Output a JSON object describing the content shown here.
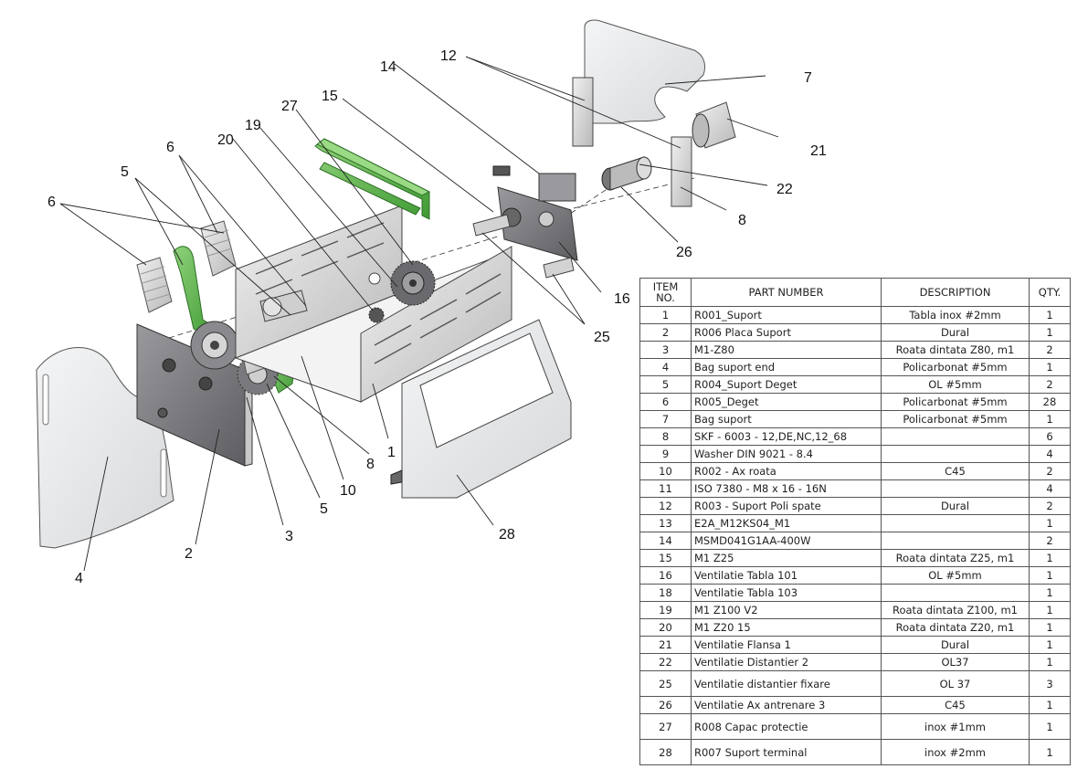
{
  "bom": {
    "headers": {
      "item_a": "ITEM",
      "item_b": "NO.",
      "part": "PART NUMBER",
      "desc": "DESCRIPTION",
      "qty": "QTY."
    },
    "rows": [
      {
        "item": "1",
        "part": "R001_Suport",
        "desc": "Tabla inox  #2mm",
        "qty": "1"
      },
      {
        "item": "2",
        "part": "R006 Placa Suport",
        "desc": "Dural",
        "qty": "1"
      },
      {
        "item": "3",
        "part": "M1-Z80",
        "desc": "Roata dintata Z80, m1",
        "qty": "2"
      },
      {
        "item": "4",
        "part": "Bag suport end",
        "desc": "Policarbonat #5mm",
        "qty": "1"
      },
      {
        "item": "5",
        "part": "R004_Suport Deget",
        "desc": "OL #5mm",
        "qty": "2"
      },
      {
        "item": "6",
        "part": "R005_Deget",
        "desc": "Policarbonat #5mm",
        "qty": "28"
      },
      {
        "item": "7",
        "part": "Bag suport",
        "desc": "Policarbonat #5mm",
        "qty": "1"
      },
      {
        "item": "8",
        "part": "SKF - 6003 - 12,DE,NC,12_68",
        "desc": "",
        "qty": "6"
      },
      {
        "item": "9",
        "part": "Washer DIN 9021 - 8.4",
        "desc": "",
        "qty": "4"
      },
      {
        "item": "10",
        "part": "R002 - Ax roata",
        "desc": "C45",
        "qty": "2"
      },
      {
        "item": "11",
        "part": "ISO 7380 - M8 x 16 - 16N",
        "desc": "",
        "qty": "4"
      },
      {
        "item": "12",
        "part": "R003 - Suport Poli spate",
        "desc": "Dural",
        "qty": "2"
      },
      {
        "item": "13",
        "part": "E2A_M12KS04_M1",
        "desc": "",
        "qty": "1"
      },
      {
        "item": "14",
        "part": "MSMD041G1AA-400W",
        "desc": "",
        "qty": "2"
      },
      {
        "item": "15",
        "part": "M1 Z25",
        "desc": "Roata dintata Z25, m1",
        "qty": "1"
      },
      {
        "item": "16",
        "part": "Ventilatie Tabla 101",
        "desc": "OL #5mm",
        "qty": "1"
      },
      {
        "item": "18",
        "part": "Ventilatie Tabla 103",
        "desc": "",
        "qty": "1"
      },
      {
        "item": "19",
        "part": "M1 Z100 V2",
        "desc": "Roata dintata Z100, m1",
        "qty": "1"
      },
      {
        "item": "20",
        "part": "M1 Z20 15",
        "desc": "Roata dintata Z20, m1",
        "qty": "1"
      },
      {
        "item": "21",
        "part": "Ventilatie Flansa 1",
        "desc": "Dural",
        "qty": "1"
      },
      {
        "item": "22",
        "part": "Ventilatie Distantier 2",
        "desc": "OL37",
        "qty": "1"
      },
      {
        "item": "25",
        "part": "Ventilatie distantier fixare",
        "desc": "OL 37",
        "qty": "3"
      },
      {
        "item": "26",
        "part": "Ventilatie Ax antrenare 3",
        "desc": "C45",
        "qty": "1"
      },
      {
        "item": "27",
        "part": "R008 Capac protectie",
        "desc": "inox #1mm",
        "qty": "1"
      },
      {
        "item": "28",
        "part": "R007 Suport terminal",
        "desc": "inox #2mm",
        "qty": "1"
      }
    ]
  },
  "callouts": {
    "c1": "1",
    "c2": "2",
    "c3": "3",
    "c4": "4",
    "c5a": "5",
    "c5b": "5",
    "c6a": "6",
    "c6b": "6",
    "c7": "7",
    "c8a": "8",
    "c8b": "8",
    "c10": "10",
    "c12": "12",
    "c14": "14",
    "c15": "15",
    "c16": "16",
    "c19": "19",
    "c20": "20",
    "c21": "21",
    "c22": "22",
    "c25": "25",
    "c26": "26",
    "c27": "27",
    "c28": "28"
  },
  "colors": {
    "green_part": "#5fb24a",
    "steel_light": "#d9d9d9",
    "steel_dark": "#7d7d80",
    "polycarbonate": "#e6e8ea",
    "line": "#222222"
  }
}
